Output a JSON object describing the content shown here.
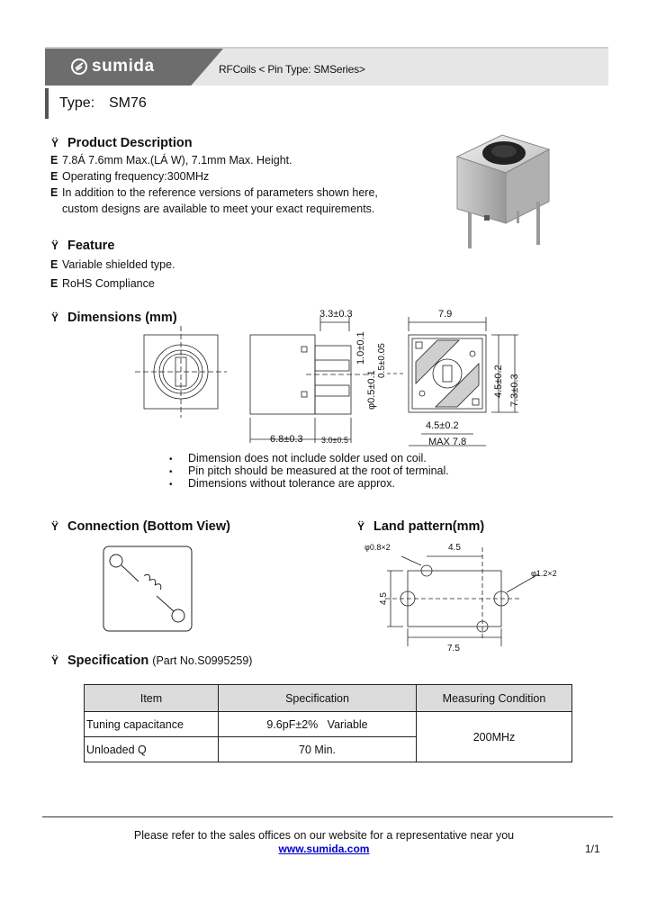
{
  "header": {
    "brand": "sumida",
    "title": "RFCoils < Pin Type: SMSeries>"
  },
  "type_row": {
    "label": "Type:",
    "value": "SM76"
  },
  "sections": {
    "product_description": {
      "glyph": "Ÿ",
      "heading": "Product Description",
      "bullet": "E",
      "items": [
        "7.8Á 7.6mm Max.(LÁ W), 7.1mm Max. Height.",
        "Operating frequency:300MHz",
        "In addition to the reference versions of parameters shown here,",
        "custom designs are available to meet your exact requirements."
      ]
    },
    "feature": {
      "glyph": "Ÿ",
      "heading": "Feature",
      "bullet": "E",
      "items": [
        "Variable shielded type.",
        "RoHS Compliance"
      ]
    },
    "dimensions": {
      "glyph": "Ÿ",
      "heading": "Dimensions (mm)",
      "labels": {
        "top_width": "3.3±0.3",
        "pin_a": "1.0±0.1",
        "pin_b": "0.5±0.05",
        "pin_c": "φ0.5±0.1",
        "body_len": "6.8±0.3",
        "pin_len": "3.0±0.5",
        "width": "7.9",
        "inner_h": "4.5±0.2",
        "height": "7.3±0.3",
        "inner_w": "4.5±0.2",
        "max": "MAX 7.8"
      },
      "note_mark": "•",
      "notes": [
        "Dimension does not include solder used on coil.",
        "Pin pitch should be measured at the root of terminal.",
        "Dimensions without tolerance are approx."
      ]
    },
    "connection": {
      "glyph": "Ÿ",
      "heading": "Connection (Bottom View)"
    },
    "land_pattern": {
      "glyph": "Ÿ",
      "heading": "Land pattern(mm)",
      "labels": {
        "hole_small": "φ0.8×2",
        "hole_large": "φ1.2×2",
        "top": "4.5",
        "left": "4.5",
        "bottom": "7.5"
      }
    },
    "specification": {
      "glyph": "Ÿ",
      "heading": "Specification",
      "part_no": "(Part No.S0995259)",
      "columns": [
        "Item",
        "Specification",
        "Measuring Condition"
      ],
      "rows": [
        {
          "item": "Tuning capacitance",
          "spec": "9.6pF±2%   Variable"
        },
        {
          "item": "Unloaded Q",
          "spec": "70 Min."
        }
      ],
      "condition": "200MHz"
    }
  },
  "footer": {
    "note": "Please refer to the sales offices on our website for a representative near you",
    "url": "www.sumida.com",
    "page": "1/1"
  }
}
